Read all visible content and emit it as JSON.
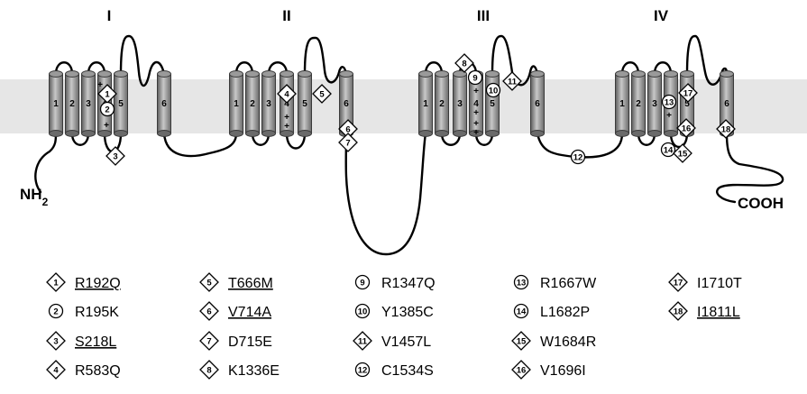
{
  "domains": [
    {
      "label": "I",
      "segments": [
        "1",
        "2",
        "3",
        "4",
        "5",
        "6"
      ]
    },
    {
      "label": "II",
      "segments": [
        "1",
        "2",
        "3",
        "4",
        "5",
        "6"
      ]
    },
    {
      "label": "III",
      "segments": [
        "1",
        "2",
        "3",
        "4",
        "5",
        "6"
      ]
    },
    {
      "label": "IV",
      "segments": [
        "1",
        "2",
        "3",
        "4",
        "5",
        "6"
      ]
    }
  ],
  "termini": {
    "n": "NH",
    "n_sub": "2",
    "c": "COOH"
  },
  "mutations": [
    {
      "n": "1",
      "text": "R192Q",
      "shape": "diamond",
      "underline": true
    },
    {
      "n": "2",
      "text": "R195K",
      "shape": "circle",
      "underline": false
    },
    {
      "n": "3",
      "text": "S218L",
      "shape": "diamond",
      "underline": true
    },
    {
      "n": "4",
      "text": "R583Q",
      "shape": "diamond",
      "underline": false
    },
    {
      "n": "5",
      "text": "T666M",
      "shape": "diamond",
      "underline": true
    },
    {
      "n": "6",
      "text": "V714A",
      "shape": "diamond",
      "underline": true
    },
    {
      "n": "7",
      "text": "D715E",
      "shape": "diamond",
      "underline": false
    },
    {
      "n": "8",
      "text": "K1336E",
      "shape": "diamond",
      "underline": false
    },
    {
      "n": "9",
      "text": "R1347Q",
      "shape": "circle",
      "underline": false
    },
    {
      "n": "10",
      "text": "Y1385C",
      "shape": "circle",
      "underline": false
    },
    {
      "n": "11",
      "text": "V1457L",
      "shape": "diamond",
      "underline": false
    },
    {
      "n": "12",
      "text": "C1534S",
      "shape": "circle",
      "underline": false
    },
    {
      "n": "13",
      "text": "R1667W",
      "shape": "circle",
      "underline": false
    },
    {
      "n": "14",
      "text": "L1682P",
      "shape": "circle",
      "underline": false
    },
    {
      "n": "15",
      "text": "W1684R",
      "shape": "diamond",
      "underline": false
    },
    {
      "n": "16",
      "text": "V1696I",
      "shape": "diamond",
      "underline": false
    },
    {
      "n": "17",
      "text": "I1710T",
      "shape": "diamond",
      "underline": false
    },
    {
      "n": "18",
      "text": "I1811L",
      "shape": "diamond",
      "underline": true
    }
  ],
  "colors": {
    "membrane": "#e6e6e6",
    "helix_dark": "#6e6e6e",
    "helix_light": "#c4c4c4",
    "line": "#000000"
  }
}
